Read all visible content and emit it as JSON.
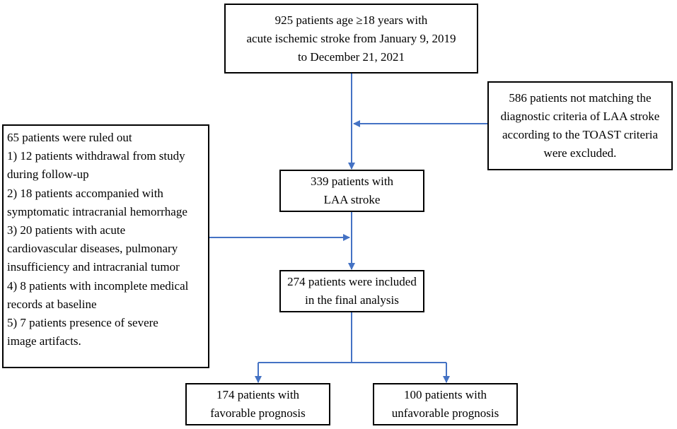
{
  "boxes": {
    "top": {
      "lines": [
        "925 patients age ≥18 years with",
        "acute ischemic stroke  from January 9, 2019",
        "to December 21, 2021"
      ]
    },
    "excluded_right": {
      "lines": [
        "586 patients not matching the",
        "diagnostic criteria of LAA stroke",
        "according to the TOAST criteria",
        "were excluded."
      ]
    },
    "ruled_out_left": {
      "lines": [
        "65 patients were ruled out",
        "1) 12 patients withdrawal from study",
        "during follow-up",
        "2) 18 patients  accompanied with",
        "symptomatic intracranial hemorrhage",
        "3) 20 patients  with acute",
        "cardiovascular diseases, pulmonary",
        "insufficiency and intracranial tumor",
        "4) 8 patients with incomplete medical",
        "records at baseline",
        "5) 7 patients presence of severe",
        "image artifacts."
      ]
    },
    "laa": {
      "lines": [
        "339 patients with",
        "LAA stroke"
      ]
    },
    "included": {
      "lines": [
        "274 patients were included",
        "in the final analysis"
      ]
    },
    "favorable": {
      "lines": [
        "174 patients with",
        "favorable prognosis"
      ]
    },
    "unfavorable": {
      "lines": [
        "100 patients with",
        "unfavorable prognosis"
      ]
    }
  },
  "colors": {
    "arrow": "#4472C4",
    "border": "#000000"
  }
}
